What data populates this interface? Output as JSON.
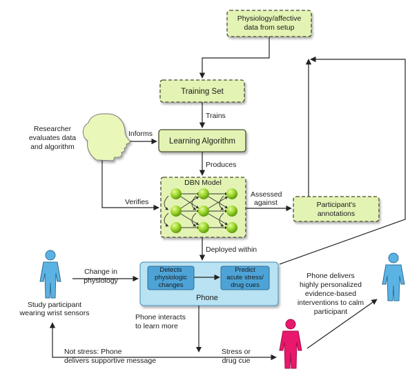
{
  "nodes": {
    "physio_data": {
      "line1": "Physiology/affective",
      "line2": "data from setup"
    },
    "training_set": {
      "label": "Training Set"
    },
    "learning_algorithm": {
      "label": "Learning Algorithm"
    },
    "dbn_model": {
      "label": "DBN Model"
    },
    "annotations": {
      "line1": "Participant's",
      "line2": "annotations"
    },
    "phone": {
      "label": "Phone"
    },
    "detects": {
      "line1": "Detects",
      "line2": "physiologic",
      "line3": "changes"
    },
    "predict": {
      "line1": "Predict",
      "line2": "acute stress/",
      "line3": "drug cues"
    }
  },
  "labels": {
    "trains": "Trains",
    "produces": "Produces",
    "informs": "Informs",
    "verifies": "Verifies",
    "assessed_line1": "Assessed",
    "assessed_line2": "against",
    "deployed": "Deployed within",
    "researcher_line1": "Researcher",
    "researcher_line2": "evaluates data",
    "researcher_line3": "and algorithm",
    "change_line1": "Change in",
    "change_line2": "physiology",
    "participant_line1": "Study participant",
    "participant_line2": "wearing wrist sensors",
    "phone_interacts_line1": "Phone interacts",
    "phone_interacts_line2": "to learn more",
    "not_stress_line1": "Not stress: Phone",
    "not_stress_line2": "delivers supportive message",
    "stress_line1": "Stress or",
    "stress_line2": "drug cue",
    "delivers_line1": "Phone delivers",
    "delivers_line2": "highly personalized",
    "delivers_line3": "evidence-based",
    "delivers_line4": "interventions to calm",
    "delivers_line5": "participant"
  },
  "colors": {
    "box_fill": "#e3f3b4",
    "box_border": "#4a4a2a",
    "node_green": "#9bd72a",
    "phone_fill": "#b9e2f2",
    "phone_border": "#5a9cc0",
    "inner_fill": "#4da3d6",
    "person_blue": "#5bb3e3",
    "person_pink": "#e8186d",
    "head_fill": "#e9f7b9"
  },
  "icons": {
    "researcher": "head-silhouette-icon",
    "participant": "person-icon",
    "stressed_participant": "person-icon",
    "intervention_participant": "person-icon"
  }
}
